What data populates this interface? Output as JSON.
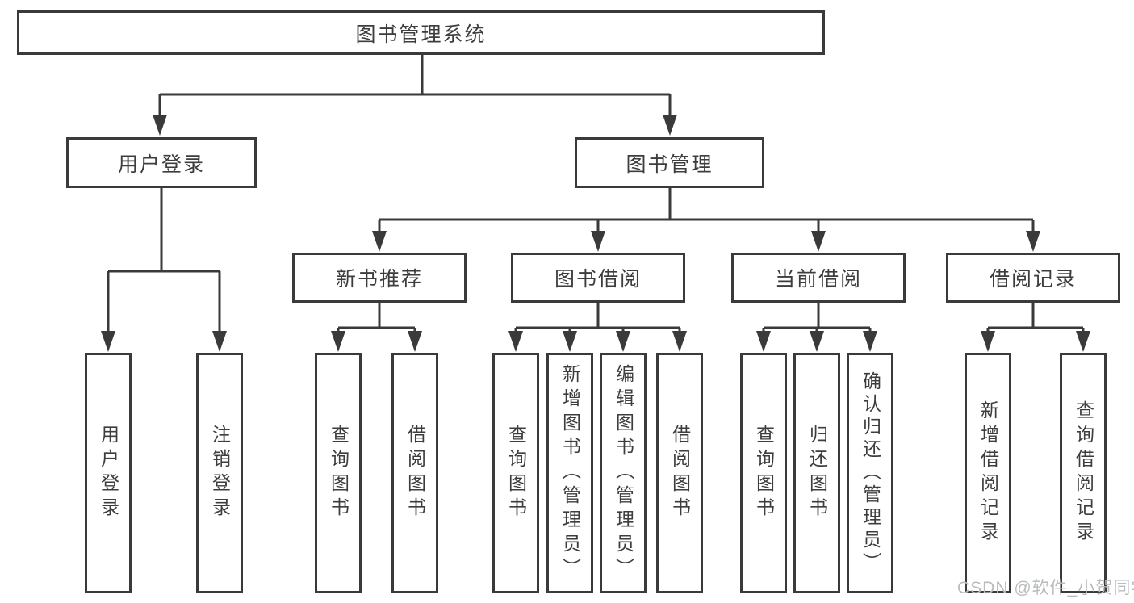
{
  "diagram": {
    "root": {
      "label": "图书管理系统"
    },
    "level1": [
      {
        "label": "用户登录"
      },
      {
        "label": "图书管理"
      }
    ],
    "level2": [
      {
        "label": "新书推荐"
      },
      {
        "label": "图书借阅"
      },
      {
        "label": "当前借阅"
      },
      {
        "label": "借阅记录"
      }
    ],
    "leaves": {
      "user_login": [
        {
          "label": "用户登录"
        },
        {
          "label": "注销登录"
        }
      ],
      "new_book": [
        {
          "label": "查询图书"
        },
        {
          "label": "借阅图书"
        }
      ],
      "borrow": [
        {
          "label": "查询图书"
        },
        {
          "label": "新增图书（管理员）"
        },
        {
          "label": "编辑图书（管理员）"
        },
        {
          "label": "借阅图书"
        }
      ],
      "current": [
        {
          "label": "查询图书"
        },
        {
          "label": "归还图书"
        },
        {
          "label": "确认归还（管理员）"
        }
      ],
      "record": [
        {
          "label": "新增借阅记录"
        },
        {
          "label": "查询借阅记录"
        }
      ]
    },
    "colors": {
      "line": "#3a3a3a",
      "text": "#3d3d3d",
      "watermark": "#b9bcbe",
      "background": "#ffffff"
    },
    "watermark": "CSDN @软件_小贺同学"
  }
}
